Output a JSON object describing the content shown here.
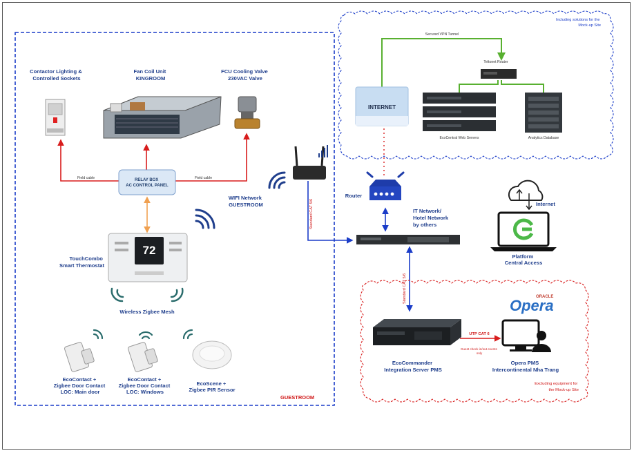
{
  "guestroom": {
    "devices": {
      "contactor": [
        "Contactor Lighting &",
        "Controlled Sockets"
      ],
      "fcu": [
        "Fan Coil Unit",
        "KINGROOM"
      ],
      "valve": [
        "FCU Cooling Valve",
        "230VAC Valve"
      ]
    },
    "field_cable_left": "Field cable",
    "field_cable_right": "Field cable",
    "relay_box": [
      "RELAY BOX",
      "AC CONTROL PANEL"
    ],
    "wifi_network": [
      "WIFI Network",
      "GUESTROOM"
    ],
    "thermostat": {
      "label": [
        "TouchCombo",
        "Smart Thermostat"
      ],
      "display": "72"
    },
    "zigbee_mesh": "Wireless Zigbee Mesh",
    "sensors": {
      "door_main": [
        "EcoContact +",
        "Zigbee Door Contact",
        "LOC: Main door"
      ],
      "door_windows": [
        "EcoContact +",
        "Zigbee Door Contact",
        "LOC: Windows"
      ],
      "pir": [
        "EcoScene +",
        "Zigbee PIR Sensor"
      ]
    },
    "zone_label": "GUESTROOM"
  },
  "cloud": {
    "note": [
      "Including solutions for the",
      "Mock-up Site"
    ],
    "vpn": "Secured VPN Tunnel",
    "teltonet": "Teltonet Router",
    "internet": "INTERNET",
    "web_servers": "EcoCentral Web Servers",
    "analytics": "Analytics Database"
  },
  "network": {
    "router": "Router",
    "it_network": [
      "IT Network/",
      "Hotel Network",
      "by others"
    ],
    "cable_to_ap": "Standard CAT 5/6",
    "cable_to_server": "Standard CAT 5/6"
  },
  "platform": {
    "label": [
      "Platform",
      "Central Access"
    ],
    "internet": "Internet"
  },
  "pms": {
    "brand_small": "ORACLE",
    "brand": "Opera",
    "server": [
      "EcoCommander",
      "Integration Server PMS"
    ],
    "opera_pms": [
      "Opera PMS",
      "Intercontinental Nha Trang"
    ],
    "utp": "UTP CAT 6",
    "utp_note": [
      "Guest check in/out events",
      "only"
    ],
    "excluding": [
      "Excluding equipment for",
      "the Mock-up Site"
    ]
  },
  "colors": {
    "zone_blue": "#1a3cc8",
    "cable_red": "#d81c1c",
    "orange": "#f0a050",
    "green": "#58b030",
    "platform_green": "#4cb848",
    "opera_blue": "#2a6fc4"
  }
}
